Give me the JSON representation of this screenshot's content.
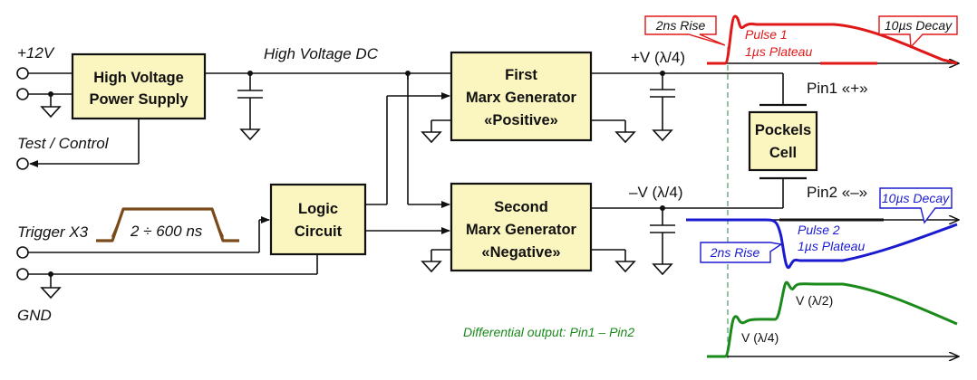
{
  "inputs": {
    "plus12v": "+12V",
    "test_control": "Test / Control",
    "trigger": "Trigger X3",
    "gnd": "GND",
    "pulse_width": "2 ÷ 600 ns"
  },
  "rails": {
    "high_voltage_dc": "High Voltage DC",
    "plus_v": "+V (λ/4)",
    "minus_v": "–V (λ/4)"
  },
  "blocks": {
    "hv_supply": [
      "High Voltage",
      "Power Supply"
    ],
    "logic": [
      "Logic",
      "Circuit"
    ],
    "marx_pos": [
      "First",
      "Marx Generator",
      "«Positive»"
    ],
    "marx_neg": [
      "Second",
      "Marx Generator",
      "«Negative»"
    ],
    "pockels": [
      "Pockels",
      "Cell"
    ]
  },
  "pins": {
    "pin1": "Pin1 «+»",
    "pin2": "Pin2 «–»"
  },
  "waveforms": {
    "pulse1": {
      "name": "Pulse 1",
      "plateau": "1µs Plateau",
      "rise": "2ns Rise",
      "decay": "10µs Decay",
      "color": "#e01818"
    },
    "pulse2": {
      "name": "Pulse 2",
      "plateau": "1µs Plateau",
      "rise": "2ns Rise",
      "decay": "10µs Decay",
      "color": "#1a1ad0"
    },
    "differential": {
      "caption": "Differential output: Pin1 – Pin2",
      "level_half": "V (λ/2)",
      "level_quarter": "V (λ/4)",
      "color": "#1a8a1a"
    }
  },
  "colors": {
    "block_fill": "#fbf5c0",
    "trigger_pulse": "#7a4a1a",
    "guide_line": "#4a9a6a"
  }
}
